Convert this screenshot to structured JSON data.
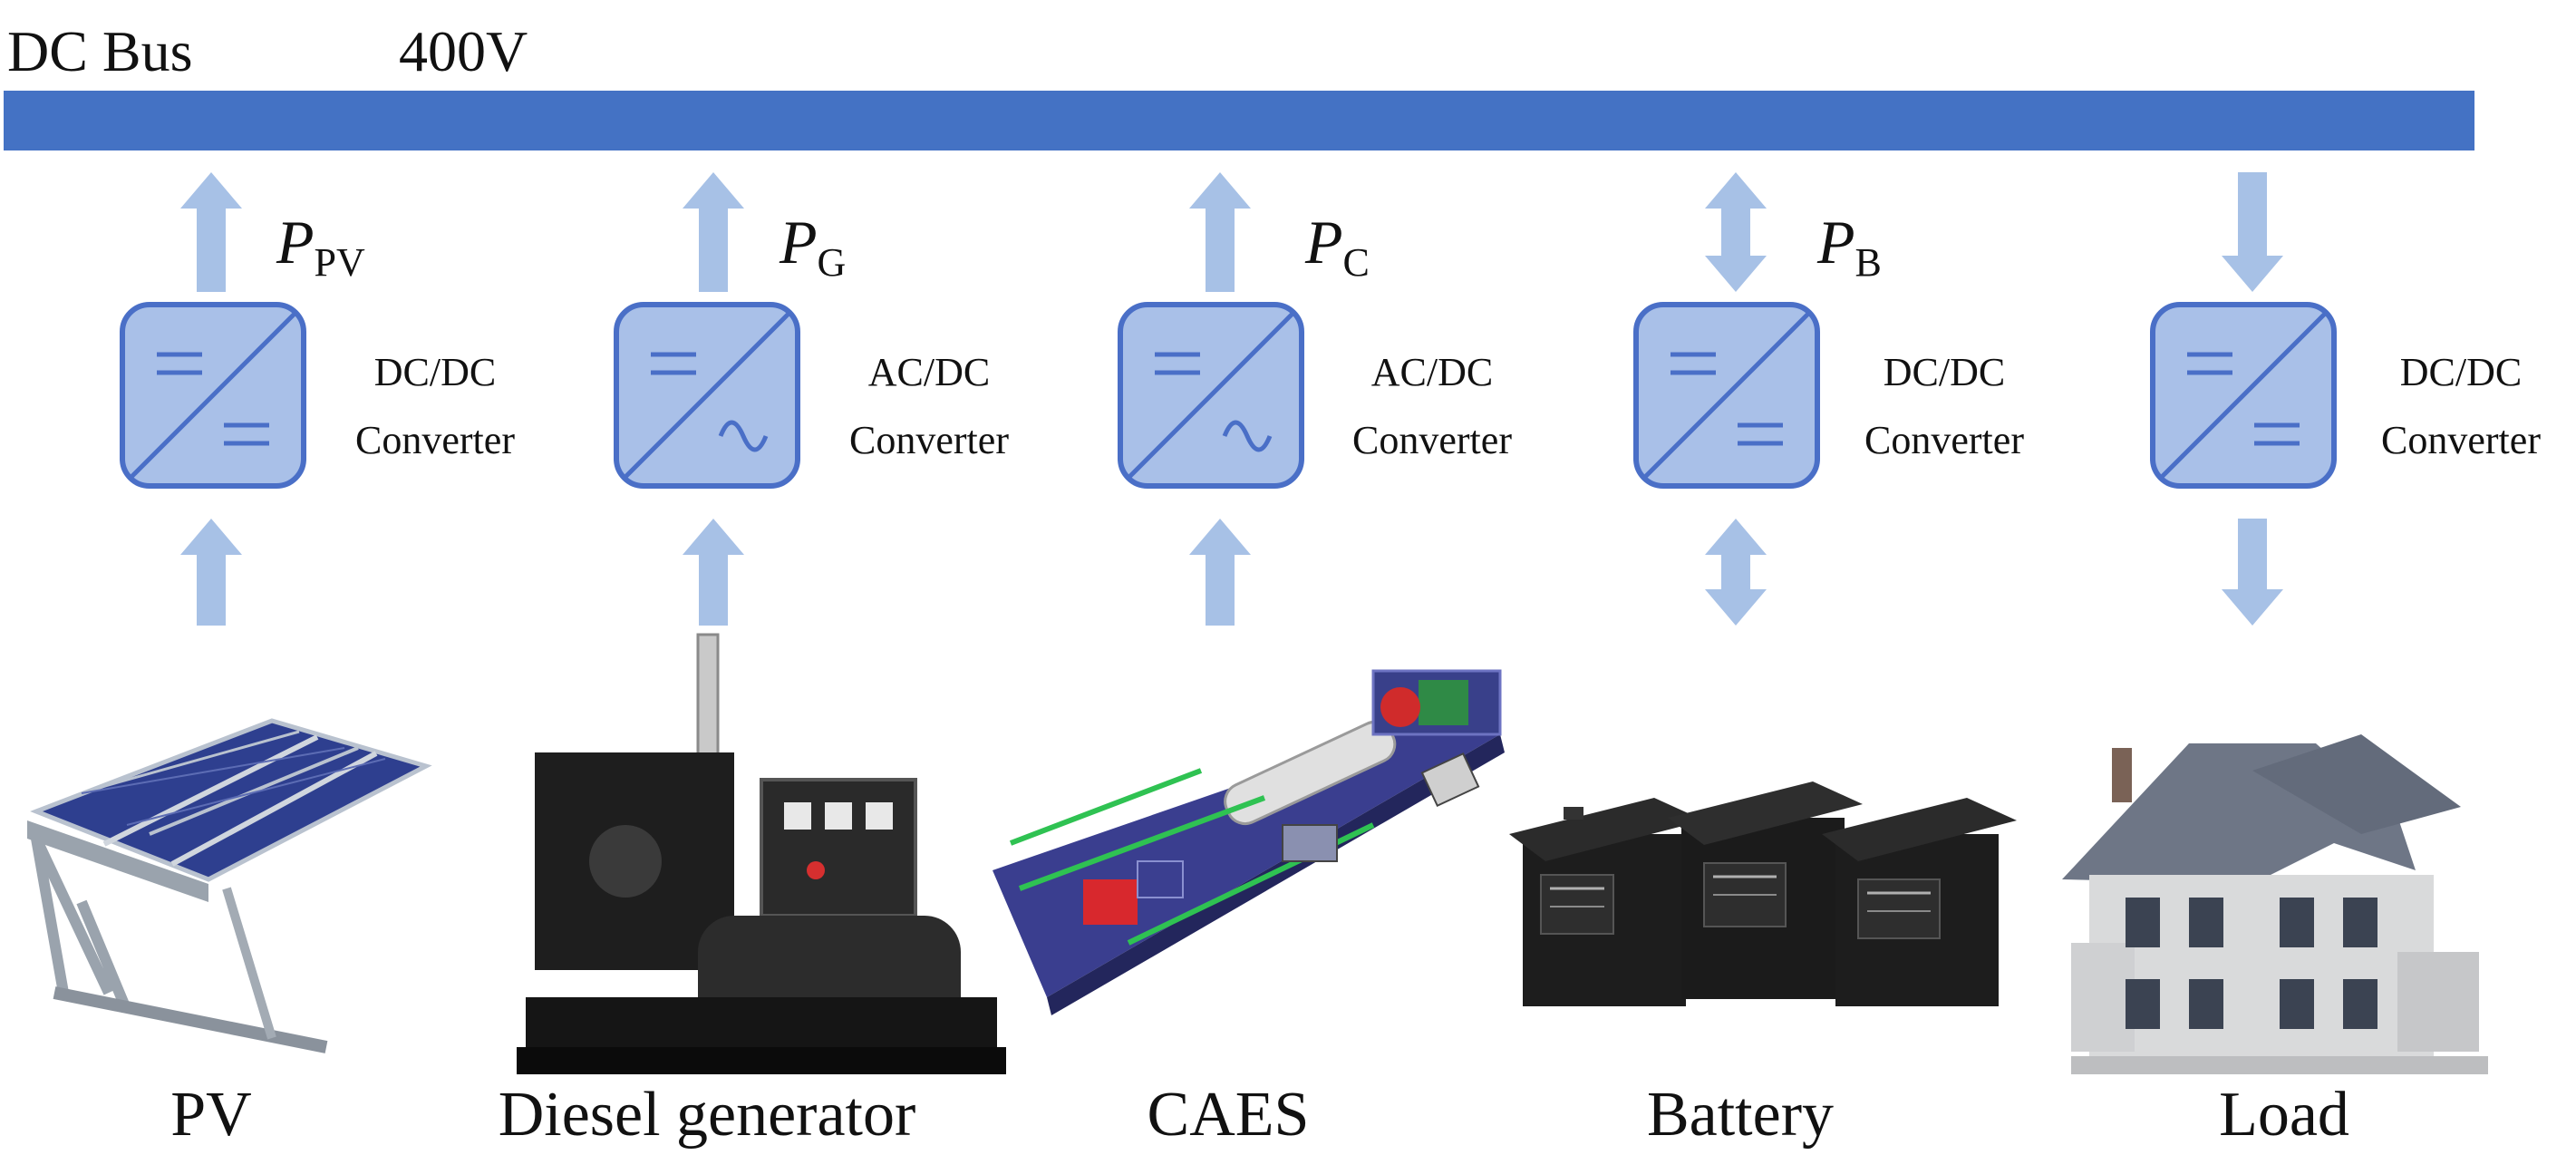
{
  "bus": {
    "label": "DC Bus",
    "voltage": "400V",
    "color": "#4472c4"
  },
  "arrow_color": "#a7c1e6",
  "converter_color": "#a9c0e8",
  "converter_stroke": "#4a6fc7",
  "channels": [
    {
      "id": "pv",
      "power_symbol": "P",
      "power_subscript": "PV",
      "flow": "up",
      "converter_type": "dcdc",
      "converter_line1": "DC/DC",
      "converter_line2": "Converter",
      "device_label": "PV",
      "device_icon": "solar-panel-icon"
    },
    {
      "id": "gen",
      "power_symbol": "P",
      "power_subscript": "G",
      "flow": "up",
      "converter_type": "acdc",
      "converter_line1": "AC/DC",
      "converter_line2": "Converter",
      "device_label": "Diesel generator",
      "device_icon": "diesel-generator-icon"
    },
    {
      "id": "caes",
      "power_symbol": "P",
      "power_subscript": "C",
      "flow": "up",
      "converter_type": "acdc",
      "converter_line1": "AC/DC",
      "converter_line2": "Converter",
      "device_label": "CAES",
      "device_icon": "caes-plant-icon"
    },
    {
      "id": "bat",
      "power_symbol": "P",
      "power_subscript": "B",
      "flow": "both",
      "converter_type": "dcdc",
      "converter_line1": "DC/DC",
      "converter_line2": "Converter",
      "device_label": "Battery",
      "device_icon": "battery-icon"
    },
    {
      "id": "load",
      "power_symbol": "",
      "power_subscript": "",
      "flow": "down",
      "converter_type": "dcdc",
      "converter_line1": "DC/DC",
      "converter_line2": "Converter",
      "device_label": "Load",
      "device_icon": "house-icon"
    }
  ]
}
